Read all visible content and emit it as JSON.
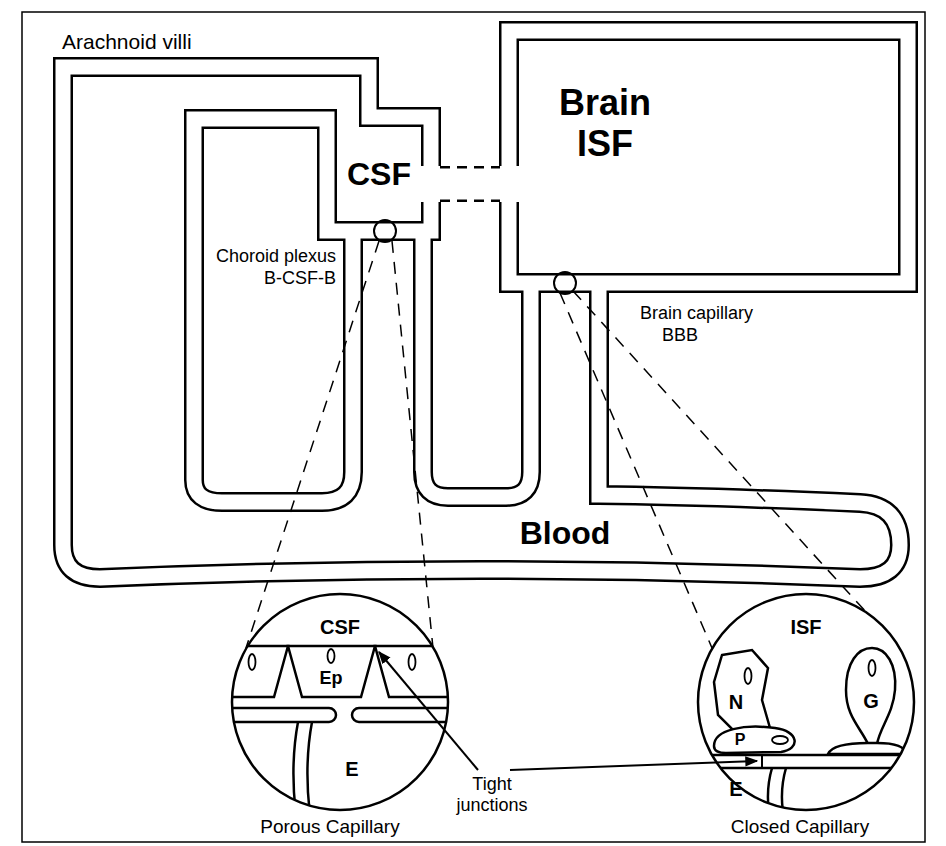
{
  "diagram": {
    "nodes": [
      {
        "text": [
          "CSF"
        ]
      },
      {
        "text": [
          "Brain ISF"
        ]
      },
      {
        "text": [
          "Blood"
        ]
      }
    ],
    "edges": [
      {
        "from": 0,
        "to": 1,
        "arrow": "none"
      }
    ],
    "labels": [
      "Arachnoid villi",
      "Choroid plexus",
      "B-CSF-B",
      "Brain capillary",
      "BBB",
      "CSF",
      "Ep",
      "E",
      "Tight junctions",
      "Porous Capillary",
      "ISF",
      "N",
      "G",
      "P",
      "E",
      "Closed Capillary"
    ]
  }
}
